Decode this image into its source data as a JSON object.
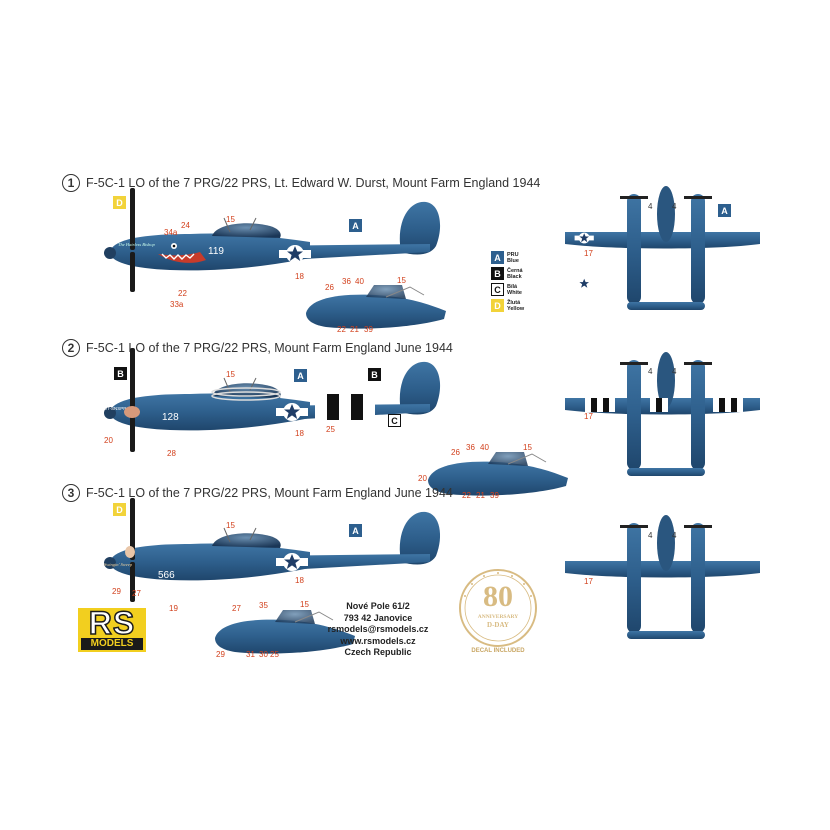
{
  "schemes": [
    {
      "number": "1",
      "title": "F-5C-1 LO of the 7 PRG/22 PRS, Lt. Edward W. Durst, Mount Farm England 1944",
      "fuselage_code": "119",
      "nose_script": "The Hairless Bishop"
    },
    {
      "number": "2",
      "title": "F-5C-1 LO of the 7 PRG/22 PRS, Mount Farm England June 1944",
      "fuselage_code": "128",
      "nose_script": "OOT-SNSPR"
    },
    {
      "number": "3",
      "title": "F-5C-1 LO of the 7 PRG/22 PRS, Mount Farm England June 1944",
      "fuselage_code": "566",
      "nose_script": "Swingin' Sweep"
    }
  ],
  "legend": [
    {
      "code": "A",
      "line1": "PRU",
      "line2": "Blue",
      "color": "#2d5f8e"
    },
    {
      "code": "B",
      "line1": "Černá",
      "line2": "Black",
      "color": "#111111"
    },
    {
      "code": "C",
      "line1": "Bílá",
      "line2": "White",
      "color": "#ffffff"
    },
    {
      "code": "D",
      "line1": "Žlutá",
      "line2": "Yellow",
      "color": "#f2d33a"
    }
  ],
  "callouts": {
    "p1": {
      "d": "D",
      "a": "A",
      "n34a": "34a",
      "n24": "24",
      "n15": "15",
      "n22": "22",
      "n33a": "33a",
      "n18": "18"
    },
    "p1d": {
      "n26": "26",
      "n36": "36",
      "n40": "40",
      "n15": "15",
      "n22": "22",
      "n21": "21",
      "n39": "39"
    },
    "p2": {
      "b1": "B",
      "a": "A",
      "b2": "B",
      "c": "C",
      "n15": "15",
      "n20": "20",
      "n28": "28",
      "n18": "18",
      "n25": "25"
    },
    "p2d": {
      "n26": "26",
      "n36": "36",
      "n40": "40",
      "n15": "15",
      "n20": "20",
      "n22": "22",
      "n21": "21",
      "n39": "39"
    },
    "p3": {
      "d": "D",
      "a": "A",
      "n15": "15",
      "n29": "29",
      "n27": "27",
      "n19": "19",
      "n18": "18"
    },
    "p3d": {
      "n27": "27",
      "n35": "35",
      "n15": "15",
      "n29": "29",
      "n31": "31",
      "n30": "30",
      "n25": "25"
    },
    "top1": {
      "n4a": "4",
      "n4b": "4",
      "n17": "17",
      "a": "A"
    },
    "top2": {
      "n4a": "4",
      "n4b": "4",
      "n17": "17"
    },
    "top3": {
      "n4a": "4",
      "n4b": "4",
      "n17": "17"
    }
  },
  "address": [
    "Nové Pole 61/2",
    "793 42 Janovice",
    "rsmodels@rsmodels.cz",
    "www.rsmodels.cz",
    "Czech Republic"
  ],
  "logo": {
    "letters": "RS",
    "word": "MODELS"
  },
  "anniversary": {
    "number": "80",
    "line1": "ANNIVERSARY",
    "line2": "D-DAY",
    "caption": "DECAL INCLUDED"
  },
  "colors": {
    "aircraft_blue": "#2e5f8c",
    "accent_red": "#d2401c",
    "logo_yellow": "#f2cf1f",
    "seal_gold": "#d8bb82"
  }
}
